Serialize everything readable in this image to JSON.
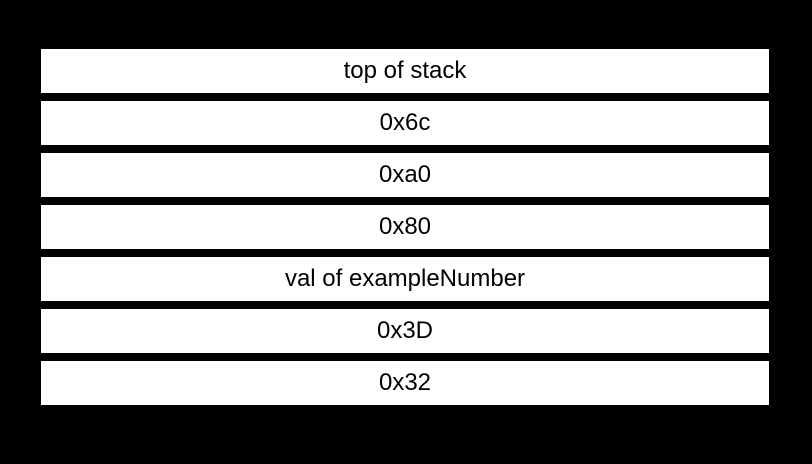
{
  "diagram": {
    "description": "stack memory layout diagram",
    "rows": [
      "top of stack",
      "0x6c",
      "0xa0",
      "0x80",
      "val of exampleNumber",
      "0x3D",
      "0x32"
    ],
    "colors": {
      "page_background": "#000000",
      "row_background": "#ffffff",
      "row_text": "#000000"
    }
  }
}
